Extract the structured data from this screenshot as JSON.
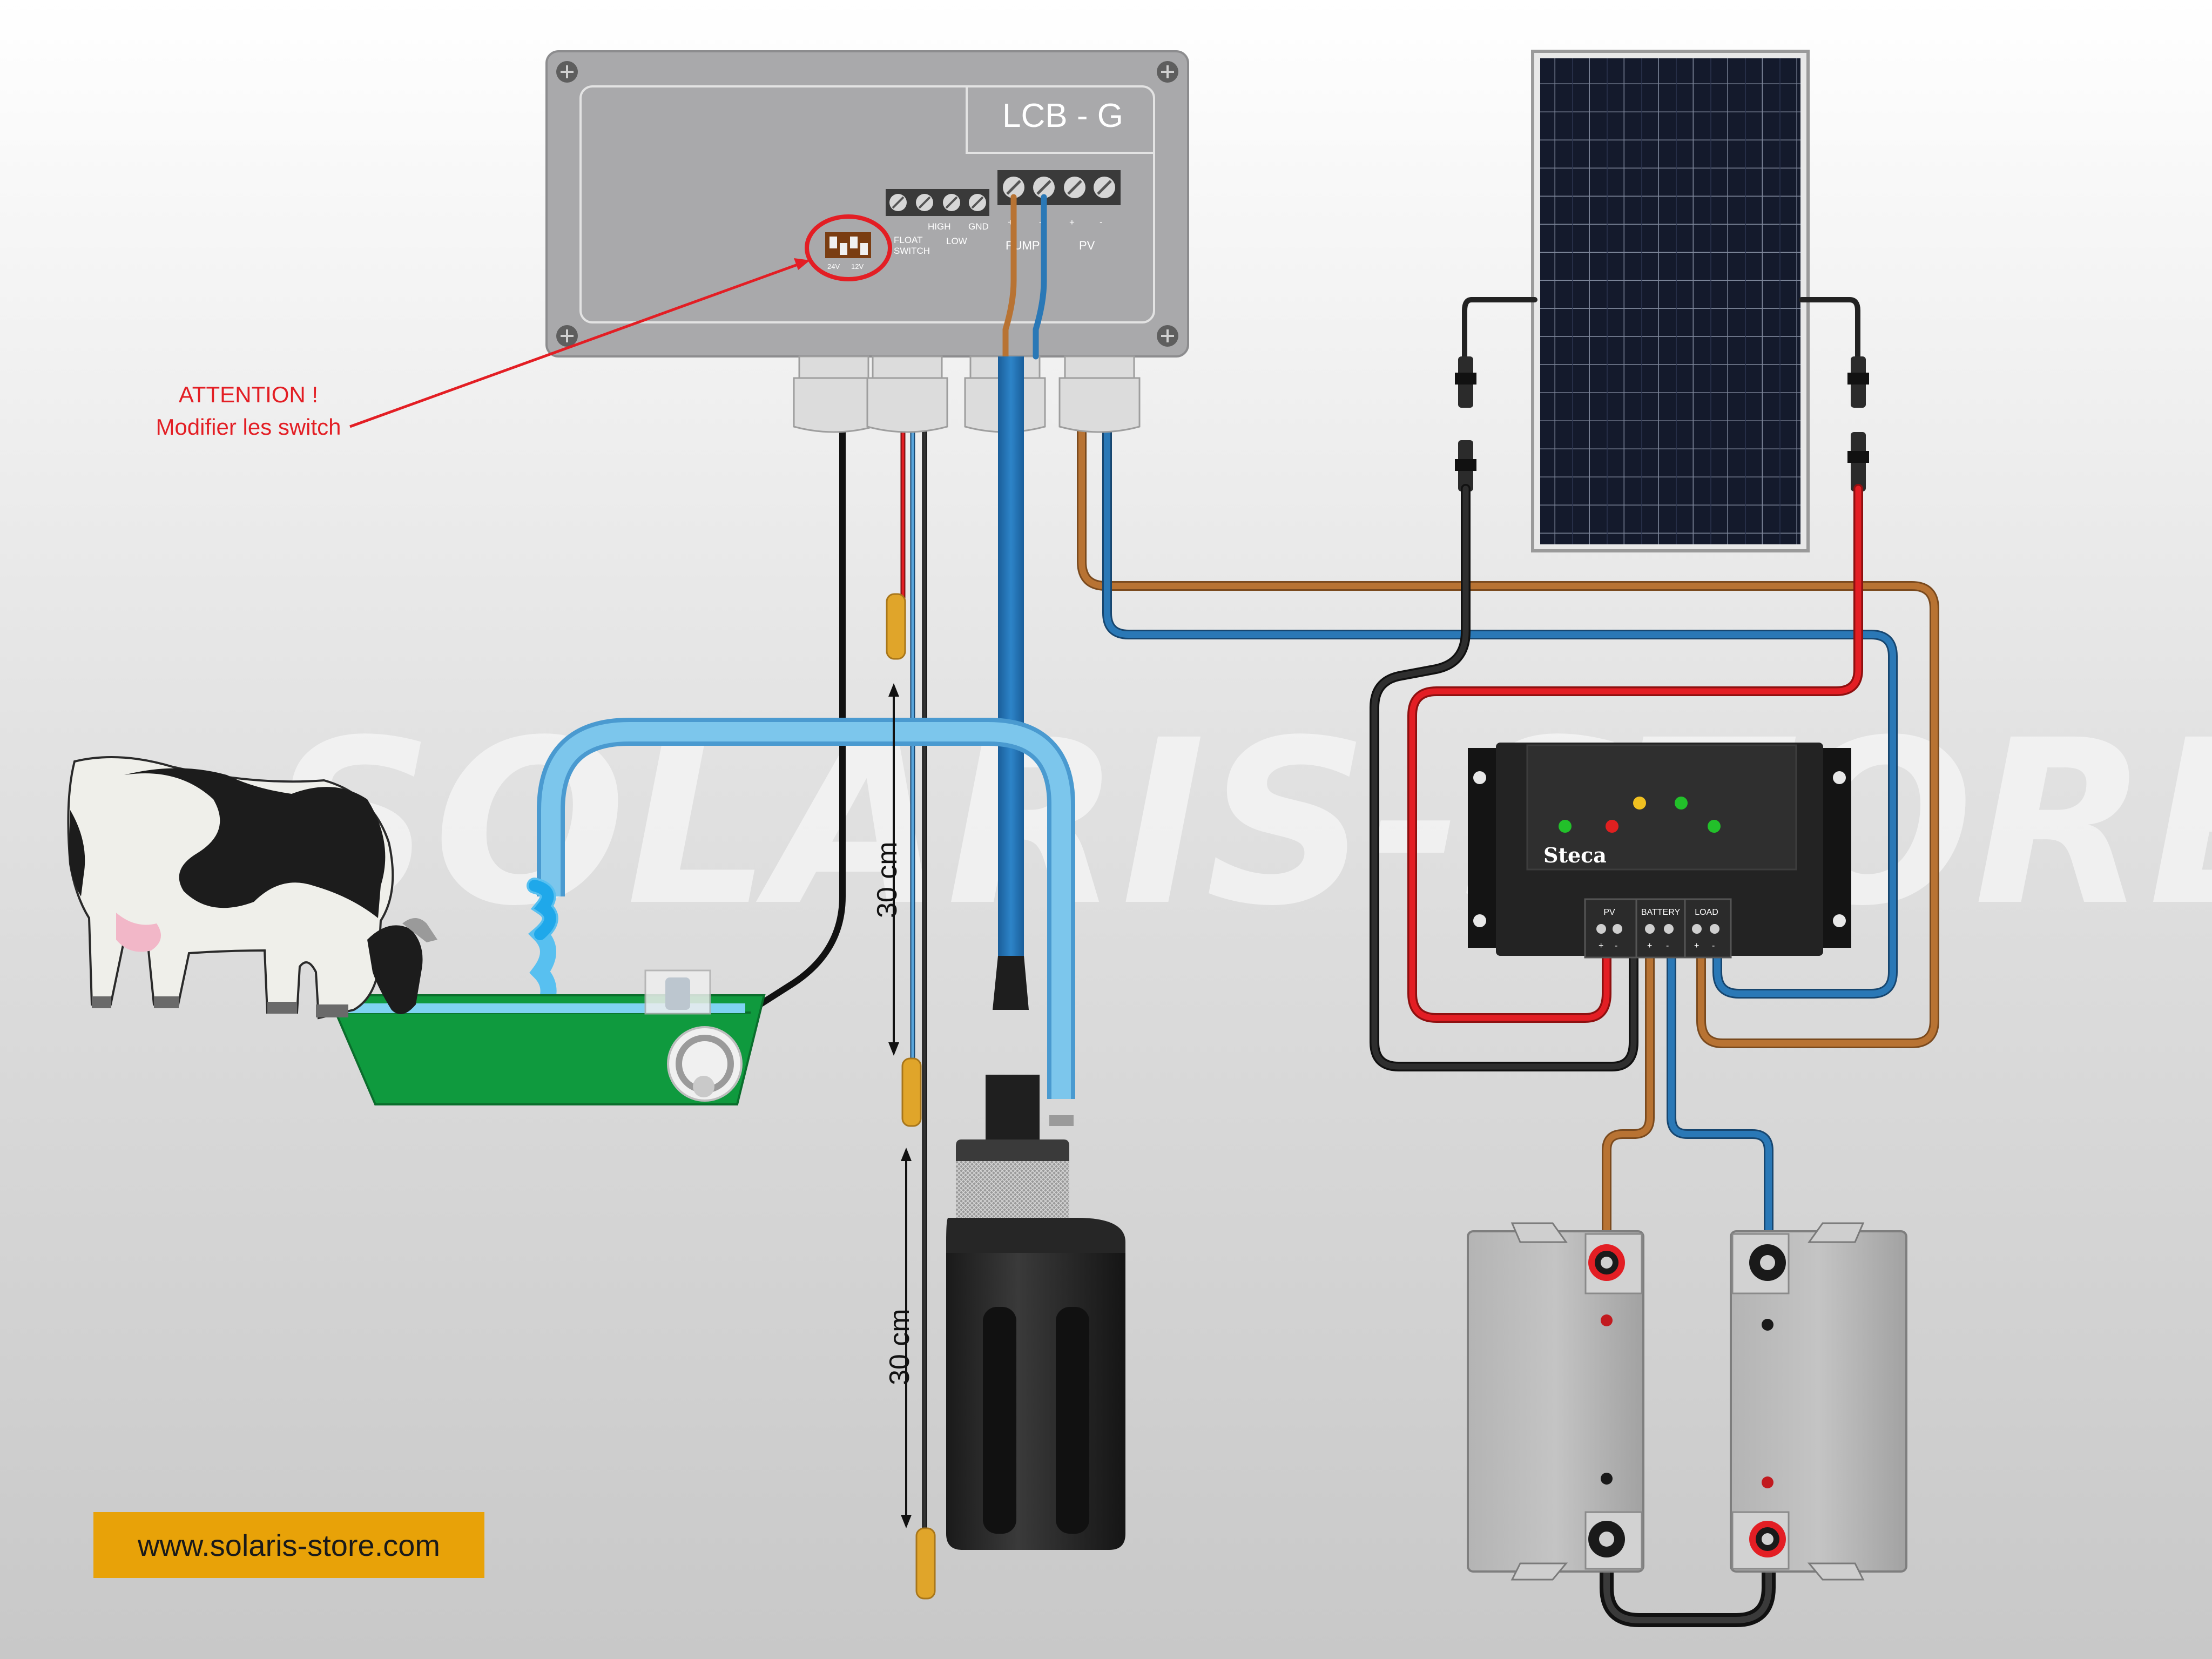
{
  "watermark": "SOLARIS-STORE",
  "controller_box": {
    "title": "LCB  -  G"
  },
  "terminal_labels": {
    "float_switch": [
      "FLOAT",
      "SWITCH"
    ],
    "high_low": [
      "HIGH",
      "LOW"
    ],
    "gnd": "GND",
    "pump": "PUMP",
    "pv": "PV",
    "pump_polarity": [
      "+",
      "-"
    ],
    "pv_polarity": [
      "+",
      "-"
    ],
    "dip_voltages": [
      "24V",
      "12V"
    ]
  },
  "warning": {
    "line1": "ATTENTION !",
    "line2": "Modifier les switch"
  },
  "charge_controller": {
    "brand": "Steca",
    "terminal_labels": [
      "PV",
      "BATTERY",
      "LOAD"
    ],
    "polarity": [
      "+",
      "-"
    ],
    "led_colors": [
      "#22c02a",
      "#e02020",
      "#f0c020",
      "#22c02a",
      "#22c02a"
    ]
  },
  "measurements": {
    "upper": "30 cm",
    "lower": "30 cm"
  },
  "website": "www.solaris-store.com",
  "colors": {
    "wire_brown": "#b87333",
    "wire_blue": "#2a78b6",
    "wire_red": "#e31e24",
    "wire_black": "#222222",
    "hose": "#5bb2e0",
    "trough": "#0f9a3e",
    "warning": "#e31e24",
    "website_bg": "#e8a208"
  }
}
